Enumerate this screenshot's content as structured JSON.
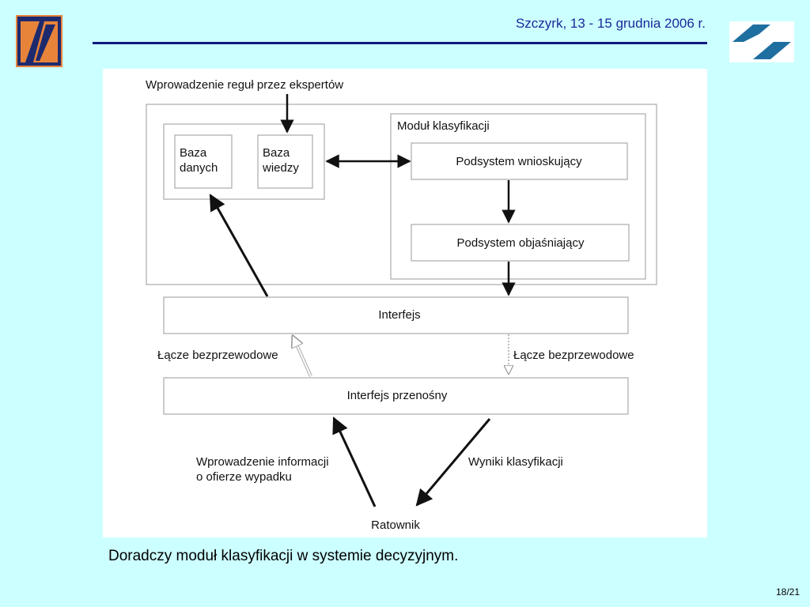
{
  "header": {
    "title": "Szczyrk, 13 - 15 grudnia 2006 r.",
    "left_logo_icon": "orange-z-logo-icon",
    "right_logo_icon": "blue-s-logo-icon"
  },
  "diagram": {
    "expert_input": "Wprowadzenie reguł przez ekspertów",
    "database_line1": "Baza",
    "database_line2": "danych",
    "knowledge_base_line1": "Baza",
    "knowledge_base_line2": "wiedzy",
    "classification_module": "Moduł klasyfikacji",
    "inference_subsystem": "Podsystem wnioskujący",
    "explanation_subsystem": "Podsystem objaśniający",
    "interface": "Interfejs",
    "wireless_link_left": "Łącze bezprzewodowe",
    "wireless_link_right": "Łącze bezprzewodowe",
    "portable_interface": "Interfejs przenośny",
    "input_info_line1": "Wprowadzenie informacji",
    "input_info_line2": "o ofierze wypadku",
    "classification_results": "Wyniki klasyfikacji",
    "rescuer": "Ratownik"
  },
  "caption": "Doradczy moduł klasyfikacji w systemie decyzyjnym.",
  "page_number": "18/21",
  "colors": {
    "background": "#ccffff",
    "header_text": "#1a2a9a",
    "header_rule": "#0d1a80",
    "logo_left_bg": "#1e2a6e",
    "logo_left_accent": "#e8843a",
    "logo_right_blue": "#1f6ea0"
  }
}
